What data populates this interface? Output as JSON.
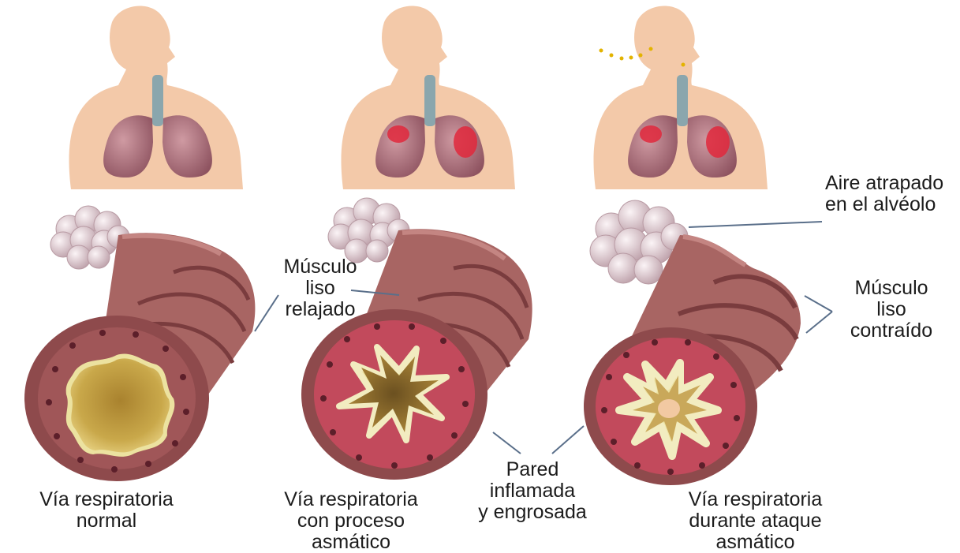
{
  "colors": {
    "skin": "#f3c9a9",
    "lung": "#b67a83",
    "lung_inflamed": "#e0283c",
    "trachea": "#8aa6ad",
    "airway_outer": "#8e4a4c",
    "airway_band": "#a86563",
    "airway_wall": "#c24a5c",
    "lumen": "#c9a84a",
    "mucosa": "#ece2a0",
    "alveoli": "#e5d2d8",
    "leader_line": "#5a6f8a",
    "allergen_dots": "#e3b300"
  },
  "figures": [
    {
      "id": "normal",
      "caption": [
        "Vía respiratoria",
        "normal"
      ]
    },
    {
      "id": "asthmatic",
      "caption": [
        "Vía respiratoria",
        "con proceso",
        "asmático"
      ]
    },
    {
      "id": "attack",
      "caption": [
        "Vía respiratoria",
        "durante ataque",
        "asmático"
      ]
    }
  ],
  "labels": {
    "musculo_relajado": [
      "Músculo",
      "liso",
      "relajado"
    ],
    "musculo_contraido": [
      "Músculo",
      "liso",
      "contraído"
    ],
    "aire_atrapado": [
      "Aire atrapado",
      "en el alvéolo"
    ],
    "pared": [
      "Pared",
      "inflamada",
      "y engrosada"
    ]
  }
}
